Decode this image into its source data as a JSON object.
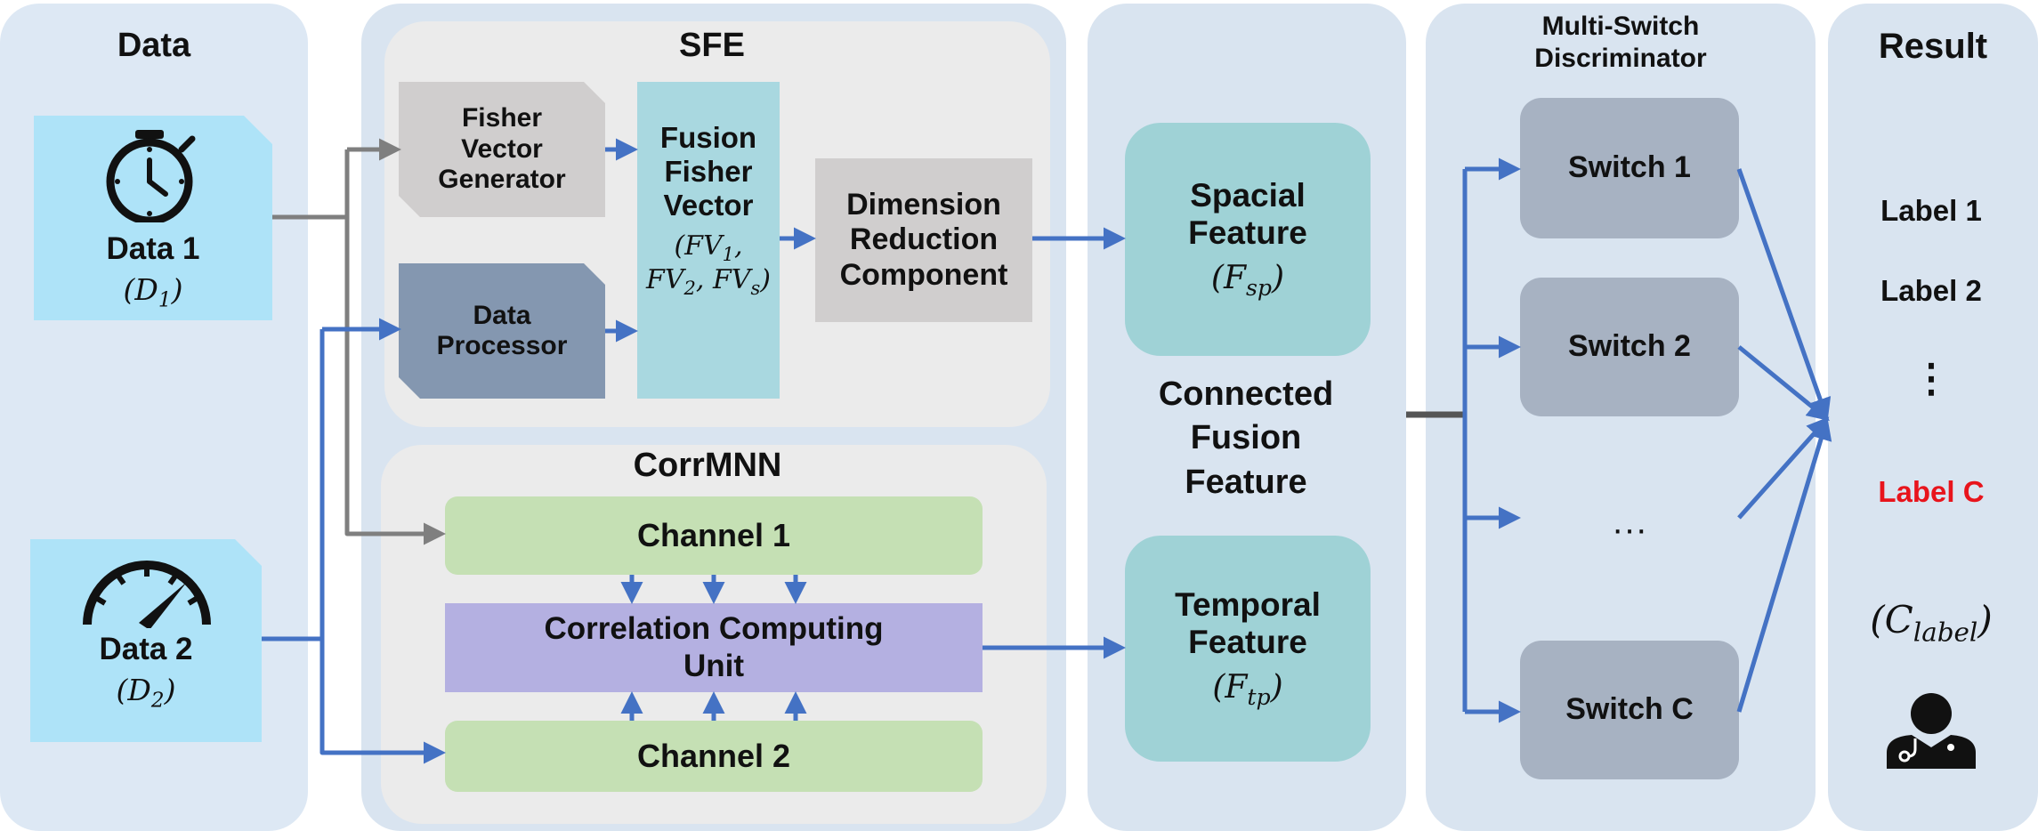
{
  "data_column": {
    "title": "Data",
    "items": [
      {
        "name": "Data 1",
        "symbol": "D",
        "sub": "1",
        "icon": "stopwatch-icon"
      },
      {
        "name": "Data 2",
        "symbol": "D",
        "sub": "2",
        "icon": "gauge-icon"
      }
    ]
  },
  "sfe": {
    "title": "SFE",
    "fisher_generator": [
      "Fisher",
      "Vector",
      "Generator"
    ],
    "data_processor": [
      "Data",
      "Processor"
    ],
    "fusion_fisher": {
      "lines": [
        "Fusion",
        "Fisher",
        "Vector"
      ],
      "math": [
        {
          "parts": [
            [
              "(FV",
              "1"
            ],
            [
              ",",
              ""
            ]
          ]
        },
        {
          "parts": [
            [
              "FV",
              "2"
            ],
            [
              ", FV",
              "s"
            ],
            [
              ")",
              ""
            ]
          ]
        }
      ]
    },
    "dimension_reduction": [
      "Dimension",
      "Reduction",
      "Component"
    ]
  },
  "corrmnn": {
    "title": "CorrMNN",
    "channel1": "Channel 1",
    "correlation_unit": [
      "Correlation Computing",
      "Unit"
    ],
    "channel2": "Channel 2"
  },
  "features": {
    "spatial": {
      "lines": [
        "Spacial",
        "Feature"
      ],
      "symbol": "(F",
      "sub": "sp",
      "close": ")"
    },
    "connected": [
      "Connected",
      "Fusion",
      "Feature"
    ],
    "temporal": {
      "lines": [
        "Temporal",
        "Feature"
      ],
      "symbol": "(F",
      "sub": "tp",
      "close": ")"
    }
  },
  "discriminator": {
    "title": [
      "Multi-Switch",
      "Discriminator"
    ],
    "switches": [
      "Switch 1",
      "Switch 2",
      "Switch C"
    ],
    "ellipsis": "···"
  },
  "result": {
    "title": "Result",
    "labels": [
      "Label 1",
      "Label 2",
      "⋮",
      "Label C"
    ],
    "highlight_color": "#e8141c",
    "formula": {
      "symbol": "(C",
      "sub": "label",
      "close": ")"
    },
    "icon": "doctor-icon"
  },
  "colors": {
    "arrow_blue": "#4472c4",
    "arrow_gray": "#7f7f7f",
    "teal": "#9fd2d6",
    "switch": "#a7b2c2",
    "green": "#c5e0b4",
    "purple": "#b4b0e1",
    "data_card": "#aee3f8"
  }
}
